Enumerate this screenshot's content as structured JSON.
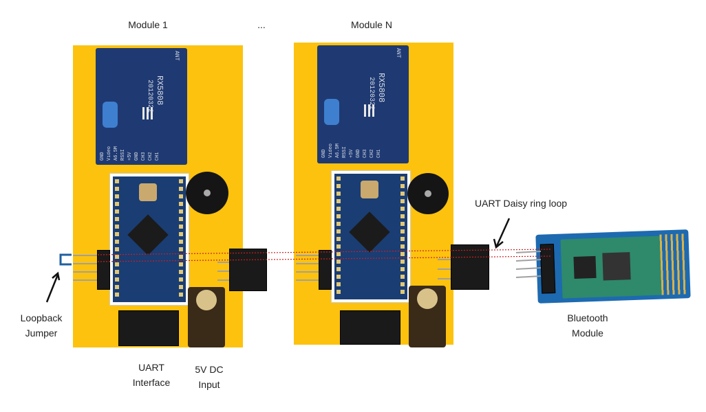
{
  "modules": [
    {
      "title": "Module 1"
    },
    {
      "title": "Module N"
    }
  ],
  "ellipsis": "...",
  "rx_module": {
    "model": "RX5808",
    "date": "20120322",
    "pins": [
      "GND",
      "Video",
      "A6.5M",
      "RSSI",
      "+5V",
      "GND",
      "CH3",
      "CH2",
      "CH1"
    ],
    "corner": "ANT"
  },
  "labels": {
    "uart_daisy": "UART Daisy ring loop",
    "loopback": "Loopback Jumper",
    "uart_interface": "UART Interface",
    "dc_input": "5V DC Input",
    "bluetooth": "Bluetooth Module"
  },
  "colors": {
    "board": "#fcc20e",
    "rx_pcb": "#1f3a72",
    "arduino_pcb": "#1a3d73",
    "daisy_line": "#cc1f1f",
    "jumper": "#1f5fa0"
  }
}
